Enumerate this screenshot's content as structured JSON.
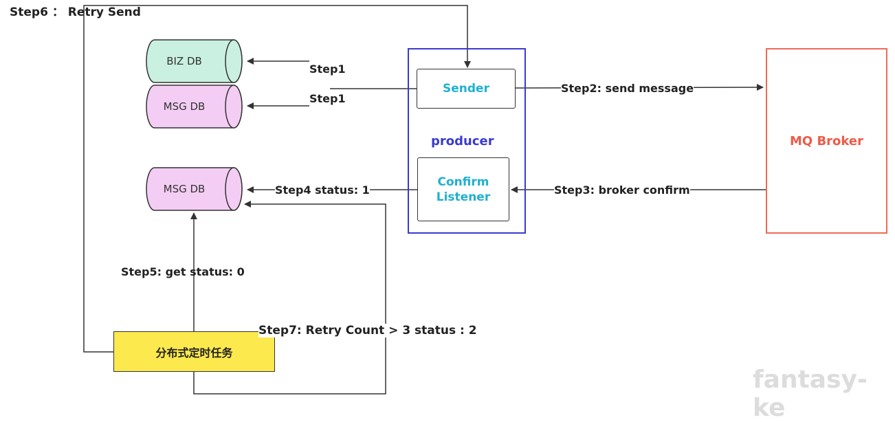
{
  "db": {
    "biz_top": "BIZ DB",
    "msg_top": "MSG DB",
    "msg_bottom": "MSG DB"
  },
  "producer": {
    "label": "producer",
    "sender": "Sender",
    "confirm_line1": "Confirm",
    "confirm_line2": "Listener"
  },
  "broker": {
    "label": "MQ Broker"
  },
  "task": {
    "label": "分布式定时任务"
  },
  "steps": {
    "step6": "Step6 ： Retry Send",
    "step1_a": "Step1",
    "step1_b": "Step1",
    "step2": "Step2:  send message",
    "step3": "Step3:  broker confirm",
    "step4": "Step4 status: 1",
    "step5": "Step5: get status:  0",
    "step7": "Step7: Retry Count > 3 status : 2"
  },
  "watermark": "fantasy-ke",
  "colors": {
    "biz_db_fill": "#c9f0e0",
    "msg_db_fill": "#f3cdf3",
    "producer_border": "#3a3acf",
    "broker_border": "#ef6a58",
    "task_fill": "#fbe94e",
    "accent_text": "#1fb0d0"
  }
}
